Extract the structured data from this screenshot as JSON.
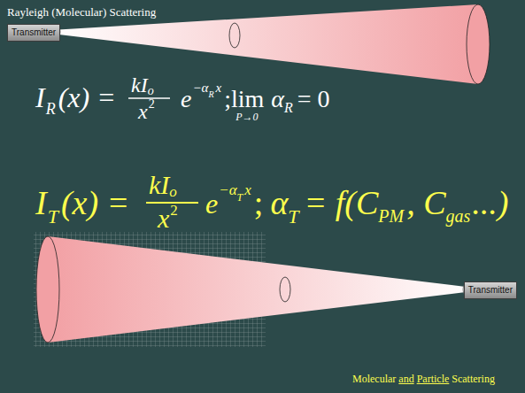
{
  "diagram": {
    "title": "Rayleigh (Molecular) Scattering",
    "nodes": [
      {
        "text": [
          "Transmitter"
        ]
      },
      {
        "text": [
          "Transmitter"
        ]
      }
    ],
    "labels": [
      "I",
      "R",
      "(x) =",
      "kI",
      "o",
      "x",
      "2",
      "e",
      "−α",
      "R",
      "x",
      ";lim",
      "P→0",
      "α",
      "R",
      "= 0",
      "I",
      "T",
      "(x) =",
      "kI",
      "o",
      "x",
      "2",
      "e",
      "−α",
      "T",
      "x",
      ";",
      "α",
      "T",
      "= f(C",
      "PM",
      ", C",
      "gas",
      "...)",
      "Molecular",
      "and",
      "Particle",
      "Scattering"
    ]
  }
}
